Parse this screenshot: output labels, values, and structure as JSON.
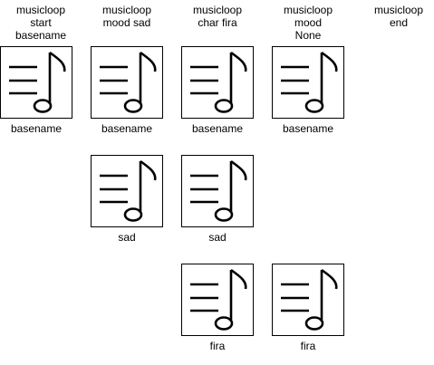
{
  "headers": [
    [
      "musicloop",
      "start",
      "basename"
    ],
    [
      "musicloop",
      "mood sad"
    ],
    [
      "musicloop",
      "char fira"
    ],
    [
      "musicloop",
      "mood",
      "None"
    ],
    [
      "musicloop",
      "end"
    ]
  ],
  "icon": "music-note-icon",
  "tiles": {
    "c1r1": "basename",
    "c2r1": "basename",
    "c3r1": "basename",
    "c4r1": "basename",
    "c2r2": "sad",
    "c3r2": "sad",
    "c3r3": "fira",
    "c4r3": "fira"
  },
  "colors": {
    "stroke": "#000000",
    "background": "#ffffff"
  }
}
